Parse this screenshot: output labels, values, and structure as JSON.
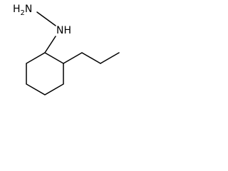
{
  "molecule": {
    "atoms": {
      "nh2": {
        "symbol": "H",
        "subscript": "2",
        "element": "N"
      },
      "nh": {
        "text": "NH"
      }
    },
    "colors": {
      "bond": "#000000",
      "text": "#000000",
      "background": "#ffffff"
    }
  }
}
